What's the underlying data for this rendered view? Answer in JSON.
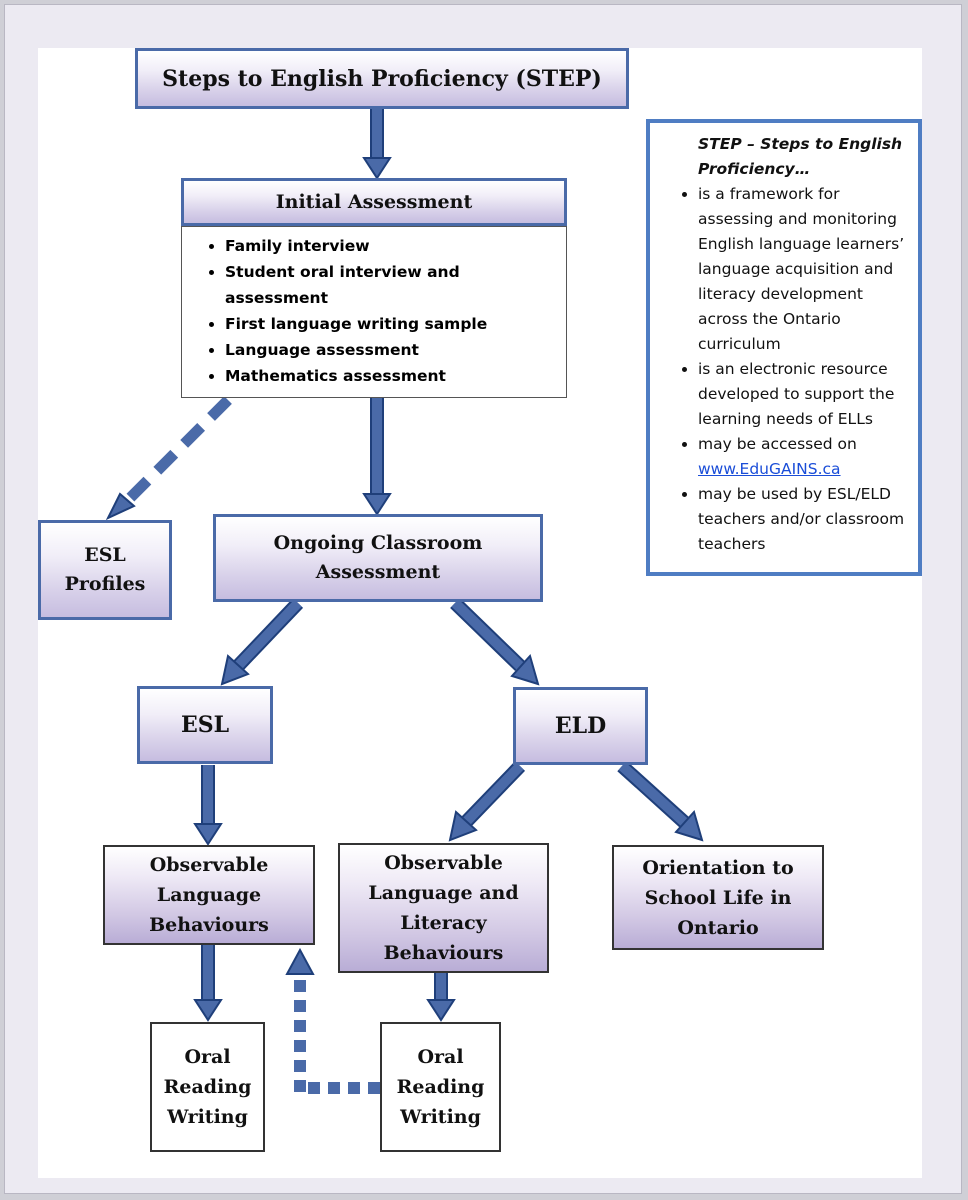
{
  "title": "Steps to English Proficiency (STEP)",
  "initial_assessment": {
    "heading": "Initial Assessment",
    "items": [
      "Family interview",
      "Student oral interview and assessment",
      "First language writing sample",
      "Language assessment",
      "Mathematics assessment"
    ]
  },
  "esl_profiles": [
    "ESL",
    "Profiles"
  ],
  "ongoing": [
    "Ongoing Classroom",
    "Assessment"
  ],
  "esl": "ESL",
  "eld": "ELD",
  "observable_language": [
    "Observable",
    "Language",
    "Behaviours"
  ],
  "observable_literacy": [
    "Observable",
    "Language and",
    "Literacy",
    "Behaviours"
  ],
  "orientation": [
    "Orientation to",
    "School Life in",
    "Ontario"
  ],
  "orw_left": [
    "Oral",
    "Reading",
    "Writing"
  ],
  "orw_right": [
    "Oral",
    "Reading",
    "Writing"
  ],
  "info": {
    "heading": "STEP – Steps to English Proficiency…",
    "bullets": [
      "is a framework for assessing and monitoring English language learners’ language acquisition and literacy development across the Ontario curriculum",
      "is an electronic resource developed to support the learning needs of ELLs",
      "may be accessed on",
      "may be used by ESL/ELD teachers and/or classroom teachers"
    ],
    "link": "www.EduGAINS.ca"
  },
  "colors": {
    "arrow": "#4a6aa8",
    "box_border": "#4a6aa8",
    "gradient_bottom": "#c6bde0",
    "info_border": "#4f7dc3",
    "link": "#1a4dd8"
  }
}
